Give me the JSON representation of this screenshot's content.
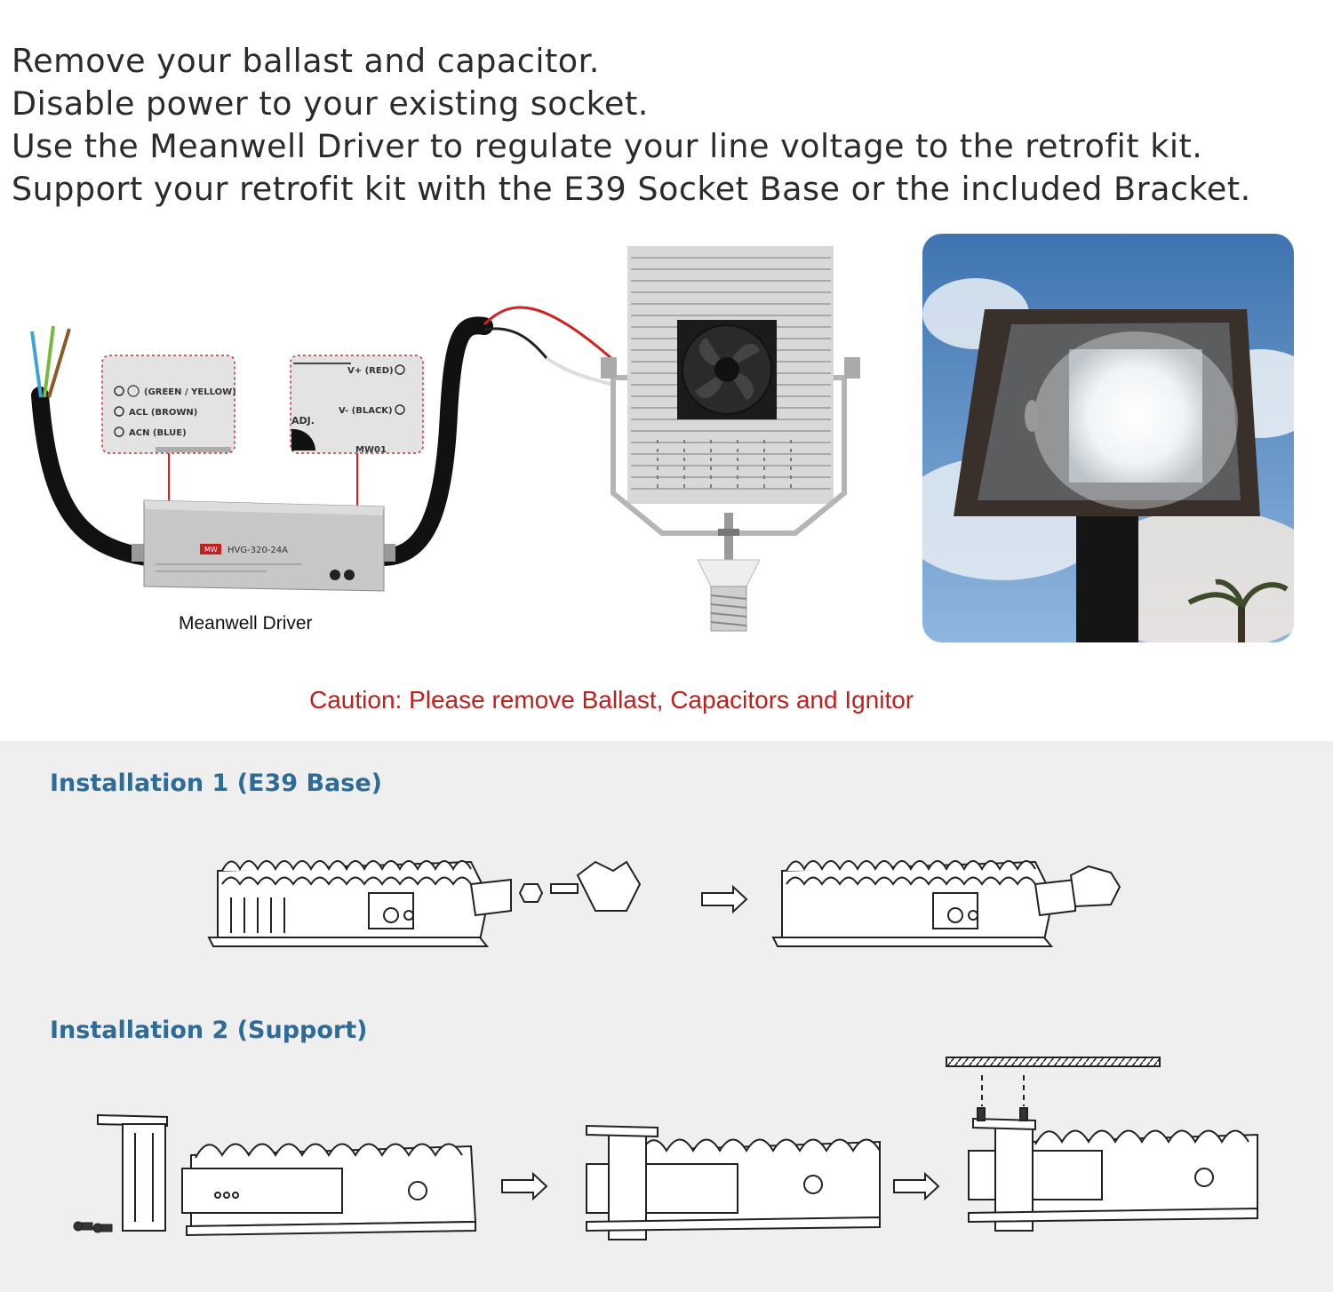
{
  "instructions": [
    "Remove your ballast and capacitor.",
    "Disable power to your existing socket.",
    "Use the Meanwell Driver to regulate your line voltage to the retrofit kit.",
    "Support your retrofit kit with the E39 Socket Base or the included Bracket."
  ],
  "input_panel": {
    "ground": "(GREEN / YELLOW)",
    "acl": "ACL (BROWN)",
    "acn": "ACN (BLUE)"
  },
  "output_panel": {
    "vplus": "V+ (RED)",
    "vminus": "V- (BLACK)",
    "adj": "ADJ.",
    "code": "MW01"
  },
  "driver": {
    "model": "HVG-320-24A",
    "brand": "MW",
    "caption": "Meanwell Driver"
  },
  "caution": "Caution: Please remove Ballast, Capacitors and Ignitor",
  "installation1": {
    "title": "Installation 1 (E39 Base)"
  },
  "installation2": {
    "title": "Installation 2 (Support)"
  },
  "colors": {
    "text": "#2b2b2b",
    "caution": "#c0201b",
    "installation_title": "#2e6b97",
    "bottom_background": "#efefef",
    "red_wire": "#d42020",
    "sky": "#5f8fc4"
  }
}
